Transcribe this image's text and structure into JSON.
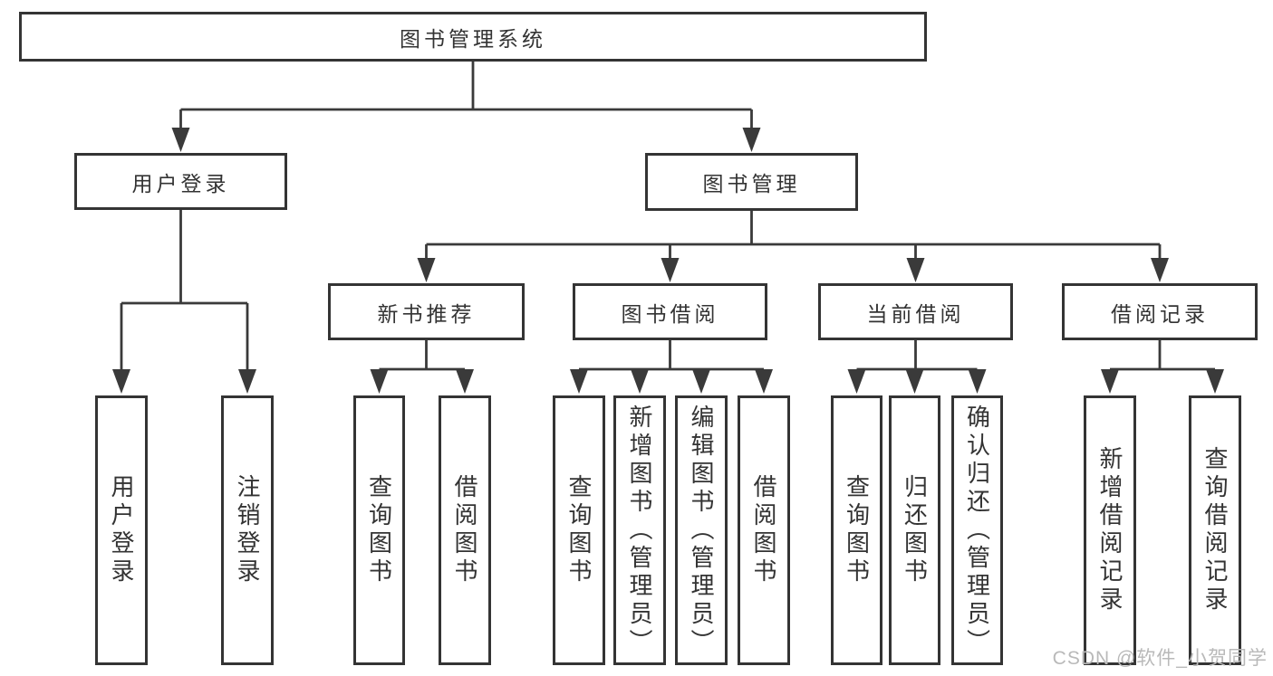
{
  "colors": {
    "line": "#3a3a3a",
    "box-border": "#343434",
    "text": "#333333",
    "watermark": "#b9b9b9",
    "background": "#ffffff"
  },
  "diagram": {
    "root": {
      "label": "图书管理系统"
    },
    "branches": [
      {
        "label": "用户登录",
        "children": [
          {
            "label": "用户登录"
          },
          {
            "label": "注销登录"
          }
        ]
      },
      {
        "label": "图书管理",
        "children": [
          {
            "label": "新书推荐",
            "children": [
              {
                "label": "查询图书"
              },
              {
                "label": "借阅图书"
              }
            ]
          },
          {
            "label": "图书借阅",
            "children": [
              {
                "label": "查询图书"
              },
              {
                "label": "新增图书（管理员）"
              },
              {
                "label": "编辑图书（管理员）"
              },
              {
                "label": "借阅图书"
              }
            ]
          },
          {
            "label": "当前借阅",
            "children": [
              {
                "label": "查询图书"
              },
              {
                "label": "归还图书"
              },
              {
                "label": "确认归还（管理员）"
              }
            ]
          },
          {
            "label": "借阅记录",
            "children": [
              {
                "label": "新增借阅记录"
              },
              {
                "label": "查询借阅记录"
              }
            ]
          }
        ]
      }
    ]
  },
  "watermark": {
    "text": "CSDN @软件_小贺同学"
  }
}
